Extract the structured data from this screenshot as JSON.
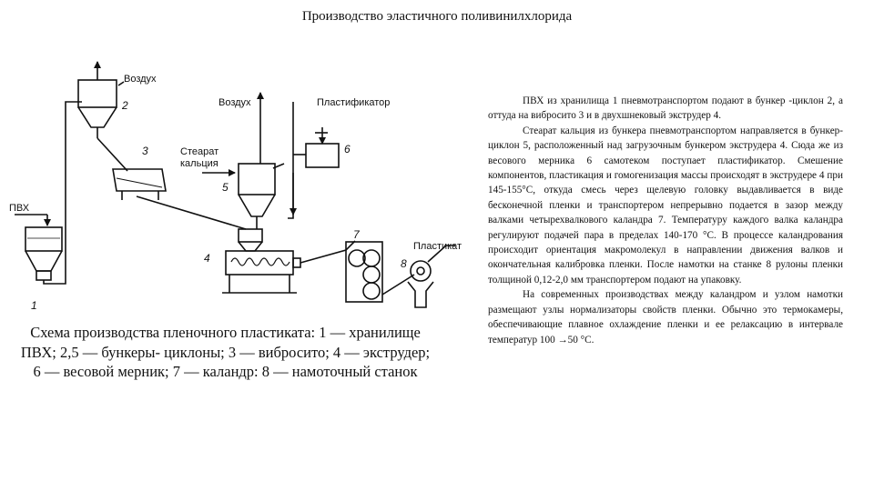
{
  "title": "Производство эластичного поливинилхлорида",
  "diagram": {
    "labels": {
      "pvc": "ПВХ",
      "air_1": "Воздух",
      "air_2": "Воздух",
      "stearate_line1": "Стеарат",
      "stearate_line2": "кальция",
      "plasticizer": "Пластификатор",
      "plasticate": "Пластикат"
    },
    "numbers": [
      "1",
      "2",
      "3",
      "4",
      "5",
      "6",
      "7",
      "8"
    ]
  },
  "caption": "Схема производства пленочного пластиката: 1 — хранилище ПВХ; 2,5 — бункеры- циклоны; 3 — вибросито; 4 — экструдер; 6 — весовой мерник; 7 — каландр: 8 — намоточный станок",
  "description": [
    "ПВХ из хранилища 1 пневмотранспортом подают в бункер -циклон 2, а оттуда на вибросито 3 и в двухшнековый экструдер 4.",
    "Стеарат кальция из бункера пневмотранспортом направляется в бункер-циклон 5, расположенный над загрузочным бункером экструдера 4. Сюда же из весового мерника 6 самотеком поступает пластификатор. Смешение компонентов, пластикация и гомогенизация массы происходят в экструдере 4 при 145-155°С, откуда смесь через щелевую головку выдавливается в виде бесконечной пленки и транспортером непрерывно подается в зазор между валками четырехвалкового каландра 7. Температуру каждого валка каландра регулируют подачей пара в пределах 140-170 °С. В процессе каландрования происходит ориентация макромолекул в направлении движения валков и окончательная калибровка пленки. После намотки на станке 8 рулоны пленки толщиной 0,12-2,0 мм транспортером подают на упаковку.",
    "На современных производствах между каландром и узлом намотки размещают узлы нормализаторы свойств пленки. Обычно это термокамеры, обеспечивающие плавное охлаждение пленки и ее релаксацию в интервале температур 100 →50 °С."
  ]
}
